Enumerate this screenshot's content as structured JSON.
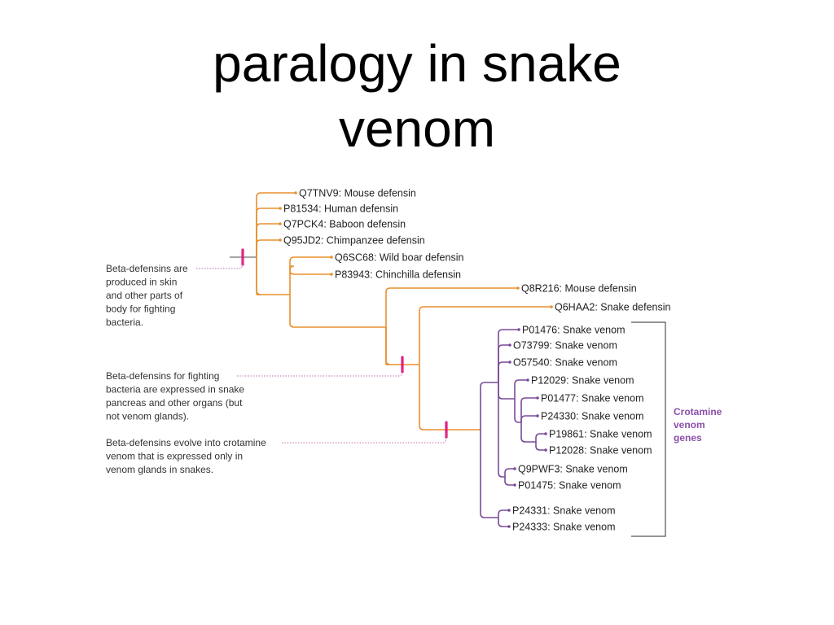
{
  "title": "paralogy in snake venom",
  "title_lines": [
    "paralogy in snake",
    "venom"
  ],
  "colors": {
    "ortholog_branch": "#e8902f",
    "venom_branch": "#7a4a9a",
    "event_marker": "#e0207f",
    "annotation_line": "#c06bb0",
    "bracket": "#555555",
    "bracket_label": "#8a4fa8",
    "root_stub": "#888888"
  },
  "leaves": [
    {
      "id": "Q7TNV9",
      "label": "Q7TNV9: Mouse defensin",
      "group": "defensin"
    },
    {
      "id": "P81534",
      "label": "P81534: Human defensin",
      "group": "defensin"
    },
    {
      "id": "Q7PCK4",
      "label": "Q7PCK4: Baboon defensin",
      "group": "defensin"
    },
    {
      "id": "Q95JD2",
      "label": "Q95JD2: Chimpanzee defensin",
      "group": "defensin"
    },
    {
      "id": "Q6SC68",
      "label": "Q6SC68: Wild boar defensin",
      "group": "defensin"
    },
    {
      "id": "P83943",
      "label": "P83943: Chinchilla defensin",
      "group": "defensin"
    },
    {
      "id": "Q8R216",
      "label": "Q8R216: Mouse defensin",
      "group": "defensin"
    },
    {
      "id": "Q6HAA2",
      "label": "Q6HAA2: Snake defensin",
      "group": "defensin"
    },
    {
      "id": "P01476",
      "label": "P01476: Snake venom",
      "group": "venom"
    },
    {
      "id": "O73799",
      "label": "O73799: Snake venom",
      "group": "venom"
    },
    {
      "id": "O57540",
      "label": "O57540: Snake venom",
      "group": "venom"
    },
    {
      "id": "P12029",
      "label": "P12029: Snake venom",
      "group": "venom"
    },
    {
      "id": "P01477",
      "label": "P01477: Snake venom",
      "group": "venom"
    },
    {
      "id": "P24330",
      "label": "P24330: Snake venom",
      "group": "venom"
    },
    {
      "id": "P19861",
      "label": "P19861: Snake venom",
      "group": "venom"
    },
    {
      "id": "P12028",
      "label": "P12028: Snake venom",
      "group": "venom"
    },
    {
      "id": "Q9PWF3",
      "label": "Q9PWF3: Snake venom",
      "group": "venom"
    },
    {
      "id": "P01475",
      "label": "P01475: Snake venom",
      "group": "venom"
    },
    {
      "id": "P24331",
      "label": "P24331: Snake venom",
      "group": "venom"
    },
    {
      "id": "P24333",
      "label": "P24333: Snake venom",
      "group": "venom"
    }
  ],
  "annotations": [
    {
      "id": "skin",
      "lines": [
        "Beta-defensins are",
        "produced in skin",
        "and other parts of",
        "body for fighting",
        "bacteria."
      ]
    },
    {
      "id": "pancreas",
      "lines": [
        "Beta-defensins for fighting",
        "bacteria are expressed in snake",
        "pancreas and other organs (but",
        "not venom glands)."
      ]
    },
    {
      "id": "crotamine",
      "lines": [
        "Beta-defensins evolve into crotamine",
        "venom that is expressed only in",
        "venom glands in snakes."
      ]
    }
  ],
  "bracket": {
    "lines": [
      "Crotamine",
      "venom",
      "genes"
    ]
  }
}
